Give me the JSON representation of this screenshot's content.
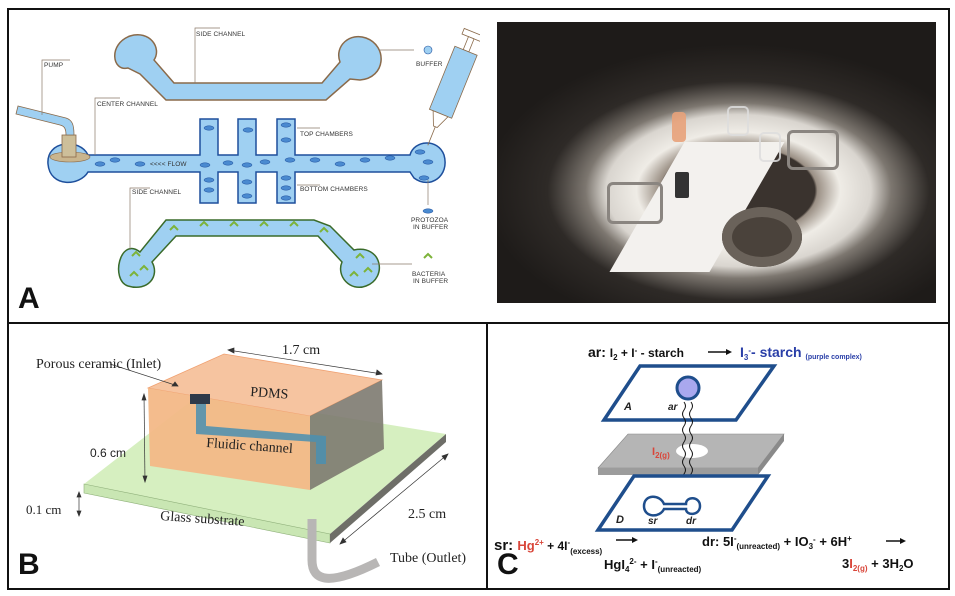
{
  "panels": {
    "A": {
      "letter": "A",
      "labels": {
        "side_channel_top": "SIDE CHANNEL",
        "buffer": "BUFFER",
        "pump": "PUMP",
        "center_channel": "CENTER CHANNEL",
        "flow": "<<<< FLOW",
        "top_chambers": "TOP CHAMBERS",
        "bottom_chambers": "BOTTOM CHAMBERS",
        "side_channel_bottom": "SIDE CHANNEL",
        "protozoa_1": "PROTOZOA",
        "protozoa_2": "IN BUFFER",
        "bacteria_1": "BACTERIA",
        "bacteria_2": "IN BUFFER"
      },
      "colors": {
        "fluid": "#9fd0f2",
        "outline_blue": "#1e4f9c",
        "outline_brown": "#8a6a4a",
        "outline_green": "#3a6b2a",
        "bacteria": "#7db33a"
      },
      "photo_icon": "microfluidic-device-photo"
    },
    "B": {
      "letter": "B",
      "labels": {
        "inlet": "Porous ceramic (Inlet)",
        "width": "1.7 cm",
        "pdms": "PDMS",
        "height": "0.6 cm",
        "channel": "Fluidic channel",
        "substrate_thickness": "0.1 cm",
        "substrate": "Glass substrate",
        "length": "2.5 cm",
        "outlet": "Tube (Outlet)"
      },
      "colors": {
        "pdms": "#f6b98f",
        "glass": "#d6efc0",
        "channel": "#4a8fb0",
        "side": "#7a7a72"
      }
    },
    "C": {
      "letter": "C",
      "ar": {
        "prefix": "ar:",
        "r1": "I",
        "r1_sub": "2",
        "plus1": " + I",
        "minus_sup": "-",
        "starch": " - starch",
        "product": "I",
        "product_sub": "3",
        "product_sup": "-",
        "product_rest": "- starch",
        "note": "(purple complex)"
      },
      "layers": {
        "top_letter": "A",
        "top_zone": "ar",
        "gas": "I",
        "gas_sub": "2(g)",
        "bottom_letter": "D",
        "sr": "sr",
        "dr": "dr"
      },
      "sr": {
        "prefix": "sr:",
        "hg": "Hg",
        "hg_sup": "2+",
        "plus": " + 4I",
        "sup": "-",
        "sub": "(excess)",
        "product": "HgI",
        "product_sub": "4",
        "product_sup": "2-",
        "plus2": "  +  I",
        "sup2": "-",
        "sub2": "(unreacted)"
      },
      "dr": {
        "prefix": "dr:",
        "t1": " 5I",
        "sup1": "-",
        "sub1": "(unreacted)",
        "t2": " + IO",
        "sub2": "3",
        "sup2": "-",
        "t3": " + 6H",
        "sup3": "+",
        "p1": "3",
        "p1_i": "I",
        "p1_sub": "2(g)",
        "p2": " + 3H",
        "p2_sub": "2",
        "p2_end": "O"
      },
      "colors": {
        "blue_frame": "#1f4e8c",
        "purple": "#a9a8ee",
        "red": "#d9463a",
        "text_blue": "#2a3fa8",
        "plate": "#b5b5b5"
      }
    }
  }
}
